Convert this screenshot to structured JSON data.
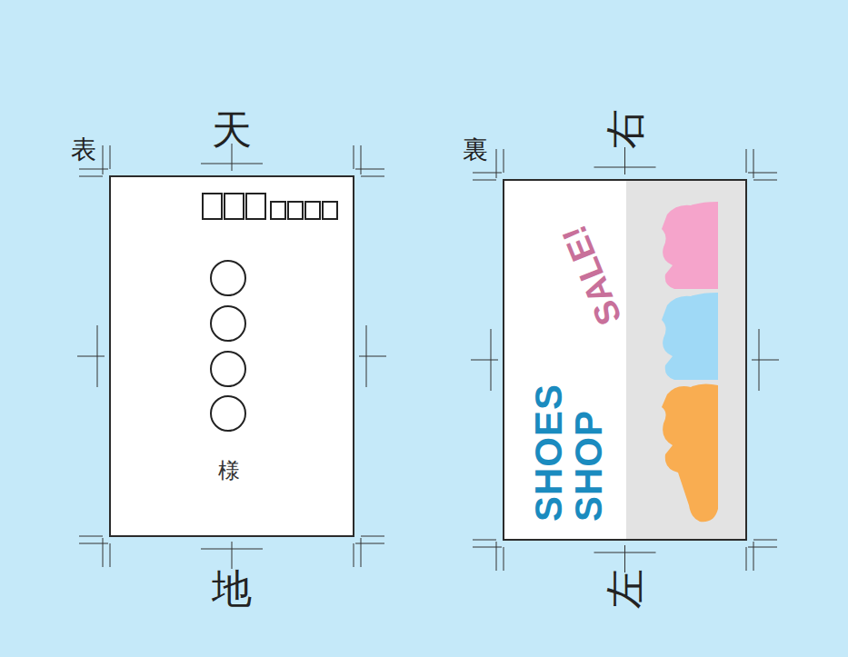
{
  "diagram": {
    "nodes": [
      {
        "text": [
          "様"
        ]
      },
      {
        "text": [
          "SALE!",
          "SHOES SHOP"
        ]
      }
    ],
    "labels": [
      "表",
      "天",
      "地",
      "裏",
      "右",
      "左"
    ]
  }
}
